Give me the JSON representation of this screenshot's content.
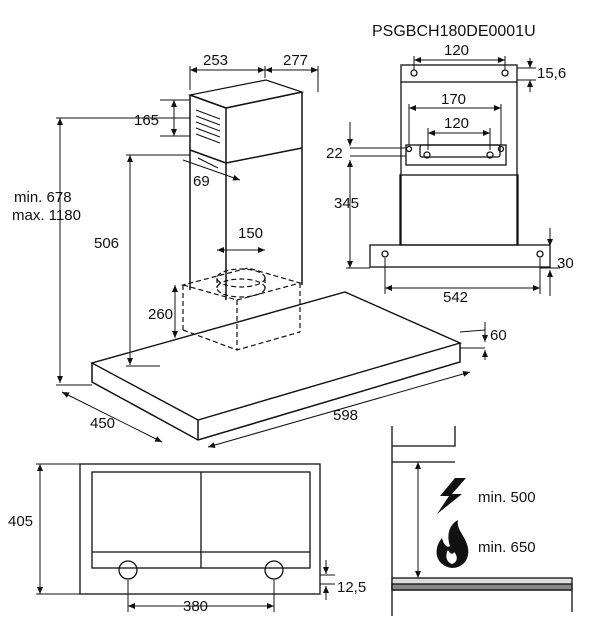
{
  "model_code": "PSGBCH180DE0001U",
  "dimensions": {
    "chimney_width": "253",
    "chimney_depth": "277",
    "chimney_top_offset": "165",
    "chimney_lower_offset": "69",
    "height_min": "min. 678",
    "height_max": "max. 1180",
    "chimney_height": "506",
    "outlet_diameter": "150",
    "box_height": "260",
    "canopy_depth": "450",
    "canopy_width": "598",
    "canopy_thickness": "60"
  },
  "bracket": {
    "top_hole_spacing": "120",
    "top_offset": "15,6",
    "lower_span": "170",
    "lower_hole_spacing": "120",
    "hole_offset": "22",
    "bracket_height": "345",
    "bottom_offset": "30",
    "bottom_hole_spacing": "542"
  },
  "bottom_view": {
    "depth": "405",
    "fixing_spacing": "380",
    "edge_offset": "12,5"
  },
  "clearance": {
    "electric_min": "min. 500",
    "gas_min": "min. 650"
  }
}
